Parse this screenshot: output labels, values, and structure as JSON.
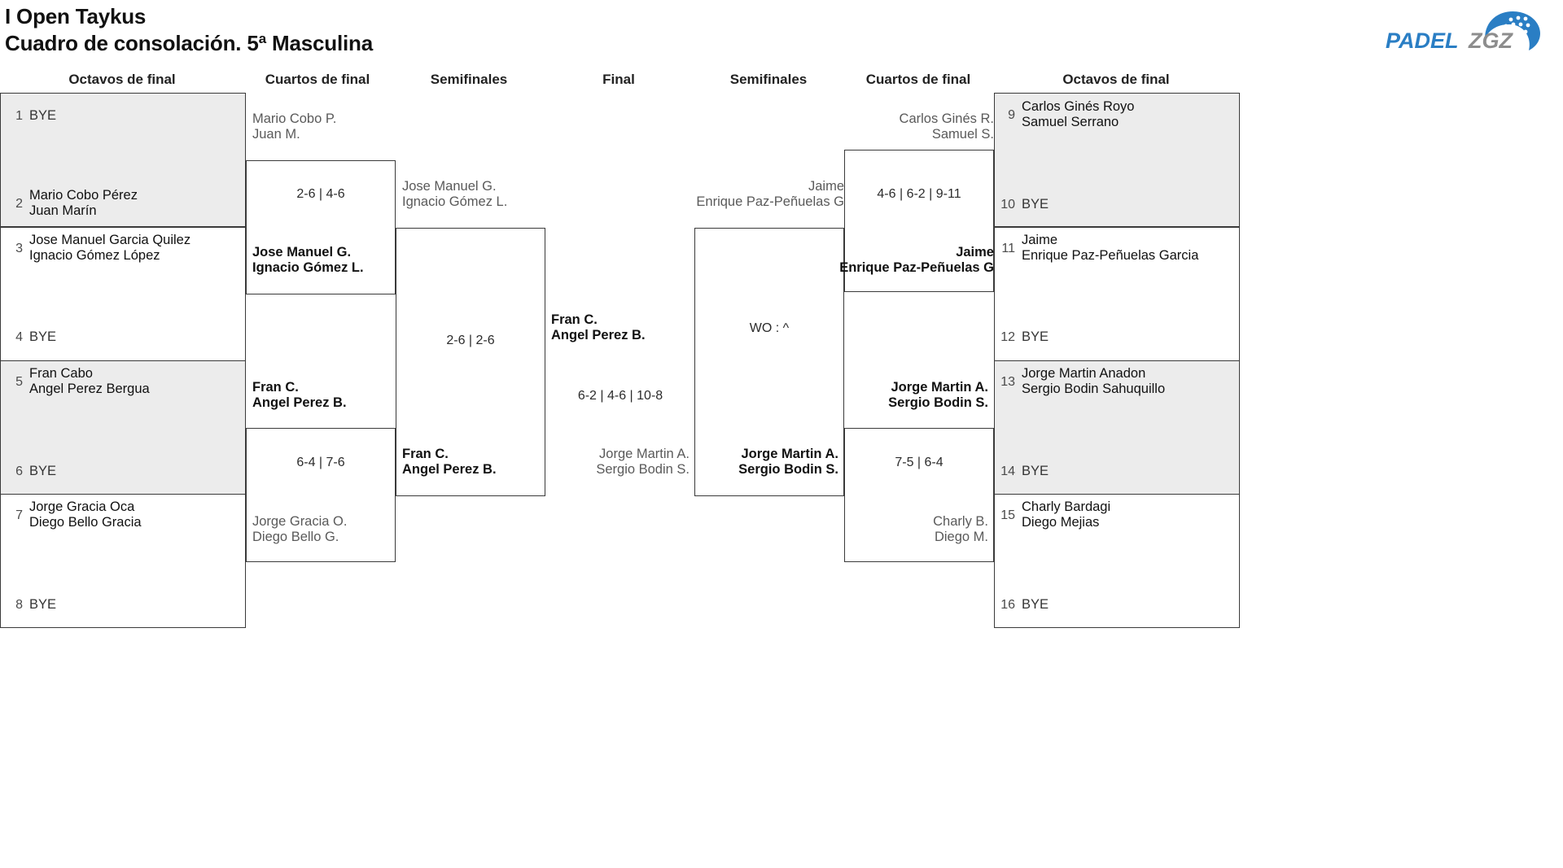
{
  "header": {
    "tournament": "I Open Taykus",
    "subtitle": "Cuadro de consolación. 5ª Masculina"
  },
  "logo": {
    "brand_padel": "PADEL",
    "brand_zgz": "ZGZ",
    "color_blue": "#2a7ec4",
    "color_gray": "#8d8d8d"
  },
  "round_headers": {
    "l_octavos": "Octavos de final",
    "l_cuartos": "Cuartos de final",
    "l_semis": "Semifinales",
    "final": "Final",
    "r_semis": "Semifinales",
    "r_cuartos": "Cuartos de final",
    "r_octavos": "Octavos de final"
  },
  "left_octavos": [
    {
      "seed": "1",
      "lines": [
        "BYE"
      ]
    },
    {
      "seed": "2",
      "lines": [
        "Mario Cobo Pérez",
        "Juan Marín"
      ]
    },
    {
      "seed": "3",
      "lines": [
        "Jose Manuel Garcia Quilez",
        "Ignacio Gómez López"
      ]
    },
    {
      "seed": "4",
      "lines": [
        "BYE"
      ]
    },
    {
      "seed": "5",
      "lines": [
        "Fran Cabo",
        "Angel Perez Bergua"
      ]
    },
    {
      "seed": "6",
      "lines": [
        "BYE"
      ]
    },
    {
      "seed": "7",
      "lines": [
        "Jorge Gracia Oca",
        "Diego Bello Gracia"
      ]
    },
    {
      "seed": "8",
      "lines": [
        "BYE"
      ]
    }
  ],
  "right_octavos": [
    {
      "seed": "9",
      "lines": [
        "Carlos Ginés Royo",
        "Samuel Serrano"
      ]
    },
    {
      "seed": "10",
      "lines": [
        "BYE"
      ]
    },
    {
      "seed": "11",
      "lines": [
        "Jaime",
        "Enrique Paz-Peñuelas Garcia"
      ]
    },
    {
      "seed": "12",
      "lines": [
        "BYE"
      ]
    },
    {
      "seed": "13",
      "lines": [
        "Jorge Martin Anadon",
        "Sergio Bodin Sahuquillo"
      ]
    },
    {
      "seed": "14",
      "lines": [
        "BYE"
      ]
    },
    {
      "seed": "15",
      "lines": [
        "Charly Bardagi",
        "Diego Mejias"
      ]
    },
    {
      "seed": "16",
      "lines": [
        "BYE"
      ]
    }
  ],
  "left_cuartos": {
    "m1_top": {
      "lines": [
        "Mario Cobo P.",
        "Juan M."
      ],
      "result": "loser"
    },
    "m1_bottom": {
      "lines": [
        "Jose Manuel G.",
        "Ignacio Gómez L."
      ],
      "result": "winner"
    },
    "m1_score": "2-6 | 4-6",
    "m2_top": {
      "lines": [
        "Fran C.",
        "Angel Perez B."
      ],
      "result": "winner"
    },
    "m2_bottom": {
      "lines": [
        "Jorge Gracia O.",
        "Diego Bello G."
      ],
      "result": "loser"
    },
    "m2_score": "6-4 | 7-6"
  },
  "left_semis": {
    "top": {
      "lines": [
        "Jose Manuel G.",
        "Ignacio Gómez L."
      ],
      "result": "loser"
    },
    "bottom": {
      "lines": [
        "Fran C.",
        "Angel Perez B."
      ],
      "result": "winner"
    },
    "score": "2-6 | 2-6"
  },
  "final": {
    "top": {
      "lines": [
        "Fran C.",
        "Angel Perez B."
      ],
      "result": "winner"
    },
    "bottom": {
      "lines": [
        "Jorge Martin A.",
        "Sergio Bodin S."
      ],
      "result": "loser"
    },
    "score": "6-2 | 4-6 | 10-8"
  },
  "right_semis": {
    "top": {
      "lines": [
        "Jaime",
        "Enrique Paz-Peñuelas G"
      ],
      "result": "loser"
    },
    "bottom": {
      "lines": [
        "Jorge Martin A.",
        "Sergio Bodin S."
      ],
      "result": "winner"
    },
    "score": "WO : ^"
  },
  "right_cuartos": {
    "m1_top": {
      "lines": [
        "Carlos Ginés R.",
        "Samuel S."
      ],
      "result": "loser"
    },
    "m1_bottom": {
      "lines": [
        "Jaime",
        "Enrique Paz-Peñuelas G"
      ],
      "result": "winner"
    },
    "m1_score": "4-6 | 6-2 | 9-11",
    "m2_top": {
      "lines": [
        "Jorge Martin A.",
        "Sergio Bodin S."
      ],
      "result": "winner"
    },
    "m2_bottom": {
      "lines": [
        "Charly B.",
        "Diego M."
      ],
      "result": "loser"
    },
    "m2_score": "7-5 | 6-4"
  }
}
